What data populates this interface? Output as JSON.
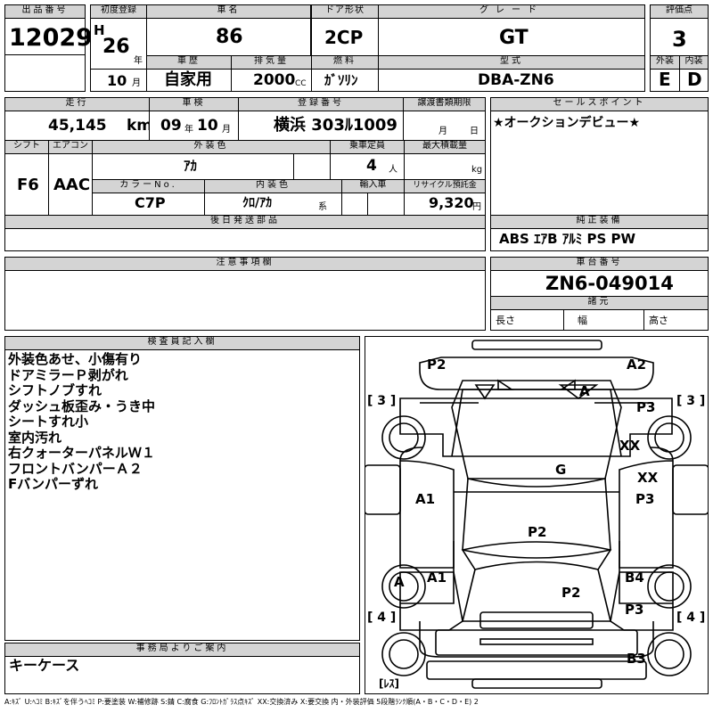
{
  "header": {
    "lot_label": "出品番号",
    "lot_no": "12029",
    "reg_label": "初度登録",
    "era": "H",
    "reg_year": "26",
    "year_unit": "年",
    "reg_month": "10",
    "month_unit": "月",
    "name_label": "車名",
    "car_name": "86",
    "door_label": "ドア形状",
    "door": "2CP",
    "grade_label": "グレード",
    "grade": "GT",
    "score_label": "評価点",
    "score": "3",
    "history_label": "車歴",
    "history": "自家用",
    "disp_label": "排気量",
    "displacement": "2000",
    "cc": "CC",
    "fuel_label": "燃料",
    "fuel": "ｶﾞｿﾘﾝ",
    "model_label": "型式",
    "model": "DBA-ZN6",
    "ext_label": "外装",
    "ext_grade": "E",
    "int_label": "内装",
    "int_grade": "D"
  },
  "row2": {
    "mileage_label": "走行",
    "mileage": "45,145",
    "km": "km",
    "shaken_label": "車検",
    "shaken_year": "09",
    "year_unit": "年",
    "shaken_month": "10",
    "month_unit": "月",
    "plate_label": "登録番号",
    "plate": "横浜 303ﾙ1009",
    "transfer_label": "譲渡書類期限",
    "transfer_month": "月",
    "transfer_day": "日",
    "shift_label": "シフト",
    "shift": "F6",
    "ac_label": "エアコン",
    "ac": "AAC",
    "color_label": "外装色",
    "color": "ｱｶ",
    "capacity_label": "乗車定員",
    "capacity": "4",
    "person_unit": "人",
    "load_label": "最大積載量",
    "kg": "kg",
    "color_no_label": "カラーNo.",
    "color_no": "C7P",
    "interior_color_label": "内装色",
    "interior_color": "ｸﾛ/ｱｶ",
    "kei": "系",
    "import_label": "輸入車",
    "recycle_label": "リサイクル預託金",
    "recycle": "9,320",
    "yen": "円",
    "later_parts_label": "後日発送部品"
  },
  "sales": {
    "label": "セールスポイント",
    "text": "★オークションデビュー★"
  },
  "equipment": {
    "label": "純正装備",
    "text": "ABS ｴｱB ｱﾙﾐ PS PW"
  },
  "caution": {
    "label": "注意事項欄"
  },
  "chassis": {
    "label": "車台番号",
    "number": "ZN6-049014",
    "specs_label": "諸元",
    "length": "長さ",
    "width": "幅",
    "height": "高さ"
  },
  "inspector": {
    "label": "検査員記入欄",
    "notes": [
      "外装色あせ、小傷有り",
      "ドアミラーＰ剥がれ",
      "シフトノブすれ",
      "ダッシュ板歪み・うき中",
      "シートすれ小",
      "室内汚れ",
      "右クォーターパネルＷ１",
      "フロントバンパーＡ２",
      "Fバンパーずれ"
    ]
  },
  "office": {
    "label": "事務局よりご案内",
    "text": "キーケース"
  },
  "diagram": {
    "bracket_tl": "[ 3 ]",
    "bracket_tr": "[ 3 ]",
    "bracket_bl": "[ 4 ]",
    "bracket_br": "[ 4 ]",
    "bracket_bottom": "[ﾚｽ]",
    "marks": [
      "P2",
      "A2",
      "A",
      "P3",
      "XX",
      "G",
      "XX",
      "A1",
      "P3",
      "P2",
      "A1",
      "B4",
      "A",
      "P2",
      "P3",
      "B3"
    ]
  },
  "legend": "A:ｷｽﾞ U:ﾍｺﾐ B:ｷｽﾞを伴うﾍｺﾐ P:要塗装 W:補修跡 S:錆 C:腐食 G:ﾌﾛﾝﾄｶﾞﾗｽ点ｷｽﾞ XX:交換済み X:要交換 内・外装評価 5段階ﾗﾝｸ順(A・B・C・D・E) 2"
}
